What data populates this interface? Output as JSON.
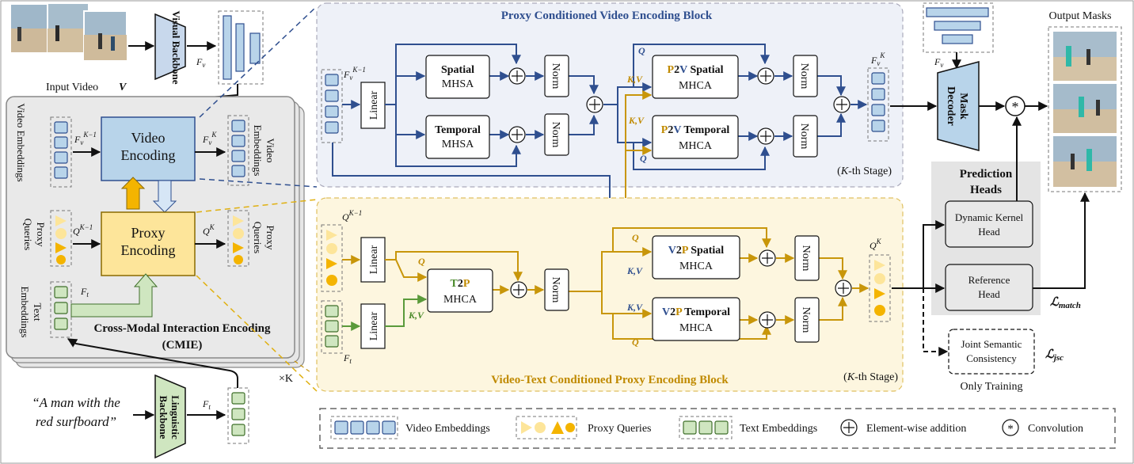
{
  "input_video_label": "Input Video",
  "input_video_symbol": "V",
  "visual_backbone": "Visual Backbone",
  "fv_label": "F",
  "fv_sub": "v",
  "cmie": {
    "title": "Cross-Modal Interaction Encoding",
    "abbr": "(CMIE)",
    "video_encoding": "Video Encoding",
    "proxy_encoding": "Proxy Encoding",
    "video_embeddings_left": "Video Embeddings",
    "video_embeddings_right": "Video Embeddings",
    "proxy_queries_left": "Proxy Queries",
    "proxy_queries_right": "Proxy Queries",
    "text_embeddings": "Text Embeddings",
    "times_k": "×K"
  },
  "sentence": "“A man with the red surfboard”",
  "linguistic_backbone": "Linguistic Backbone",
  "video_block": {
    "title": "Proxy Conditioned Video Encoding Block",
    "stage": "(K-th Stage)",
    "linear": "Linear",
    "spatial_mhsa": [
      "Spatial",
      "MHSA"
    ],
    "temporal_mhsa": [
      "Temporal",
      "MHSA"
    ],
    "norm": "Norm",
    "p2v_spatial": [
      "P",
      "2",
      "V",
      " Spatial",
      "MHCA"
    ],
    "p2v_temporal": [
      "P",
      "2",
      "V",
      " Temporal",
      "MHCA"
    ],
    "q": "Q",
    "kv": "K,V"
  },
  "proxy_block": {
    "title": "Video-Text Conditioned Proxy Encoding Block",
    "stage": "(K-th Stage)",
    "linear": "Linear",
    "t2p": [
      "T",
      "2",
      "P",
      "MHCA"
    ],
    "v2p_spatial": [
      "V",
      "2",
      "P",
      " Spatial",
      "MHCA"
    ],
    "v2p_temporal": [
      "V",
      "2",
      "P",
      " Temporal",
      "MHCA"
    ],
    "norm": "Norm",
    "q": "Q",
    "kv": "K,V"
  },
  "mask_decoder": "Mask Decoder",
  "output_masks": "Output Masks",
  "prediction_heads": [
    "Prediction",
    "Heads"
  ],
  "dynamic_kernel_head": [
    "Dynamic Kernel",
    "Head"
  ],
  "reference_head": [
    "Reference",
    "Head"
  ],
  "loss_match": "ℒ",
  "loss_match_sub": "match",
  "joint_semantic": [
    "Joint Semantic",
    "Consistency"
  ],
  "loss_jsc": "ℒ",
  "loss_jsc_sub": "jsc",
  "only_training": "Only Training",
  "conv_symbol": "*",
  "plus_symbol": "+",
  "legend": {
    "video_embeddings": "Video Embeddings",
    "proxy_queries": "Proxy Queries",
    "text_embeddings": "Text Embeddings",
    "element_wise": "Element-wise addition",
    "convolution": "Convolution"
  },
  "colors": {
    "blue": "#2f4f8f",
    "gold": "#c8960a",
    "green": "#5a9a3a",
    "video_bg": "#eef1f8",
    "proxy_bg": "#fdf6df",
    "cmie_bg": "#e6e6e6",
    "video_enc_fill": "#b8d4ea",
    "proxy_enc_fill": "#fde59a",
    "text_fill": "#cfe6c0"
  }
}
